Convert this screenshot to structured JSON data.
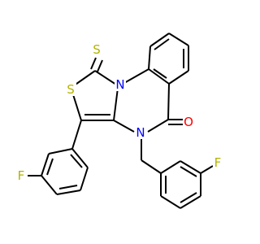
{
  "molecule": {
    "atoms": {
      "s_thione": {
        "label": "S",
        "color": "#b3b300"
      },
      "s_ring": {
        "label": "S",
        "color": "#b3b300"
      },
      "n_ring": {
        "label": "N",
        "color": "#0000ff"
      },
      "n_amide": {
        "label": "N",
        "color": "#0000ff"
      },
      "o_carbonyl": {
        "label": "O",
        "color": "#ff0000"
      },
      "f_left": {
        "label": "F",
        "color": "#b3b300"
      },
      "f_right": {
        "label": "F",
        "color": "#b3b300"
      }
    }
  }
}
